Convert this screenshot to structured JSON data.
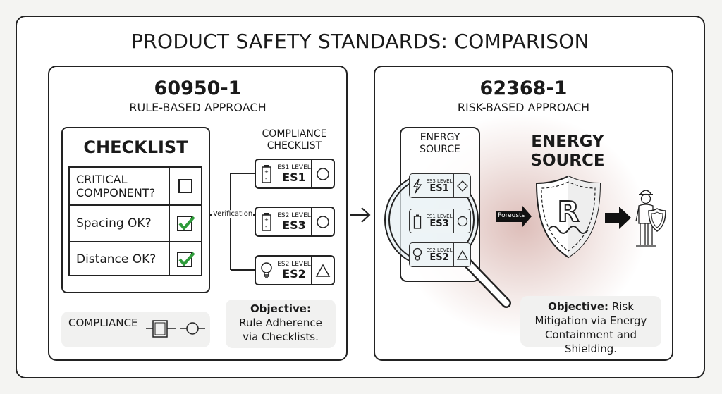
{
  "title": "PRODUCT SAFETY STANDARDS: COMPARISON",
  "left": {
    "standard": "60950-1",
    "approach": "RULE-BASED APPROACH",
    "checklist_title": "CHECKLIST",
    "rows": [
      {
        "label": "CRITICAL COMPONENT?",
        "checked": false
      },
      {
        "label": "Spacing OK?",
        "checked": true
      },
      {
        "label": "Distance OK?",
        "checked": true
      }
    ],
    "compliance_heading": "COMPLIANCE CHECKLIST",
    "connector_label": "Verification",
    "items": [
      {
        "level": "ES1 LEVEL",
        "code": "ES1",
        "icon": "battery-icon",
        "shape": "circle"
      },
      {
        "level": "ES2 LEVEL",
        "code": "ES3",
        "icon": "battery-icon",
        "shape": "circle"
      },
      {
        "level": "ES2 LEVEL",
        "code": "ES2",
        "icon": "lightbulb-icon",
        "shape": "triangle"
      }
    ],
    "compliance_label": "COMPLIANCE",
    "objective_label": "Objective:",
    "objective_text": "Rule Adherence via Checklists."
  },
  "right": {
    "standard": "62368-1",
    "approach": "RISK-BASED APPROACH",
    "source_heading": "ENERGY SOURCE",
    "items": [
      {
        "level": "ES3 LEVEL",
        "code": "ES1",
        "icon": "lightning-icon",
        "shape": "diamond"
      },
      {
        "level": "ES1 LEVEL",
        "code": "ES3",
        "icon": "battery-icon",
        "shape": "circle"
      },
      {
        "level": "ES2 LEVEL",
        "code": "ES2",
        "icon": "lightbulb-icon",
        "shape": "triangle"
      }
    ],
    "arrow_label": "Poreusts",
    "big_heading_1": "ENERGY",
    "big_heading_2": "SOURCE",
    "shield_letter": "R",
    "objective_label": "Objective:",
    "objective_text": " Risk Mitigation via Energy Containment and Shielding."
  },
  "colors": {
    "check": "#2e9b3a",
    "glow": "#b46e64"
  }
}
